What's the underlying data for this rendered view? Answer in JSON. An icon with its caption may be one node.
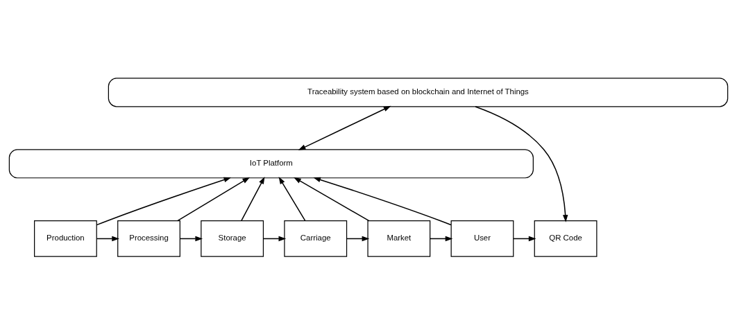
{
  "diagram": {
    "nodes": [
      {
        "text": [
          "Traceability system based on blockchain and Internet of Things"
        ]
      },
      {
        "text": [
          "IoT Platform"
        ]
      },
      {
        "text": [
          "Production"
        ]
      },
      {
        "text": [
          "Processing"
        ]
      },
      {
        "text": [
          "Storage"
        ]
      },
      {
        "text": [
          "Carriage"
        ]
      },
      {
        "text": [
          "Market"
        ]
      },
      {
        "text": [
          "User"
        ]
      },
      {
        "text": [
          "QR Code"
        ]
      }
    ],
    "edges": [
      {
        "from": 0,
        "to": 1,
        "arrow": "both"
      },
      {
        "from": 2,
        "to": 1,
        "arrow": "to"
      },
      {
        "from": 3,
        "to": 1,
        "arrow": "to"
      },
      {
        "from": 4,
        "to": 1,
        "arrow": "to"
      },
      {
        "from": 5,
        "to": 1,
        "arrow": "to"
      },
      {
        "from": 6,
        "to": 1,
        "arrow": "to"
      },
      {
        "from": 7,
        "to": 1,
        "arrow": "to"
      },
      {
        "from": 2,
        "to": 3,
        "arrow": "to"
      },
      {
        "from": 3,
        "to": 4,
        "arrow": "to"
      },
      {
        "from": 4,
        "to": 5,
        "arrow": "to"
      },
      {
        "from": 5,
        "to": 6,
        "arrow": "to"
      },
      {
        "from": 6,
        "to": 7,
        "arrow": "to"
      },
      {
        "from": 7,
        "to": 8,
        "arrow": "to"
      },
      {
        "from": 0,
        "to": 8,
        "arrow": "to"
      }
    ]
  }
}
